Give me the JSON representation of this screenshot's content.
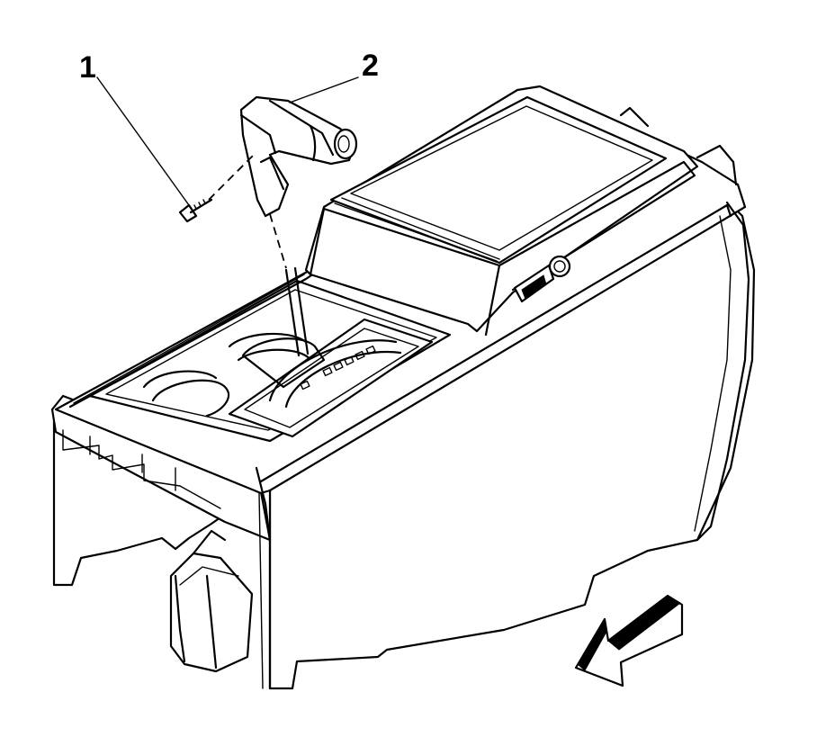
{
  "diagram": {
    "callouts": [
      {
        "label": "1",
        "part": "screw"
      },
      {
        "label": "2",
        "part": "shift-lever-handle"
      }
    ],
    "direction_arrow": "front-arrow-icon",
    "colors": {
      "line": "#000000",
      "background": "#ffffff"
    }
  }
}
